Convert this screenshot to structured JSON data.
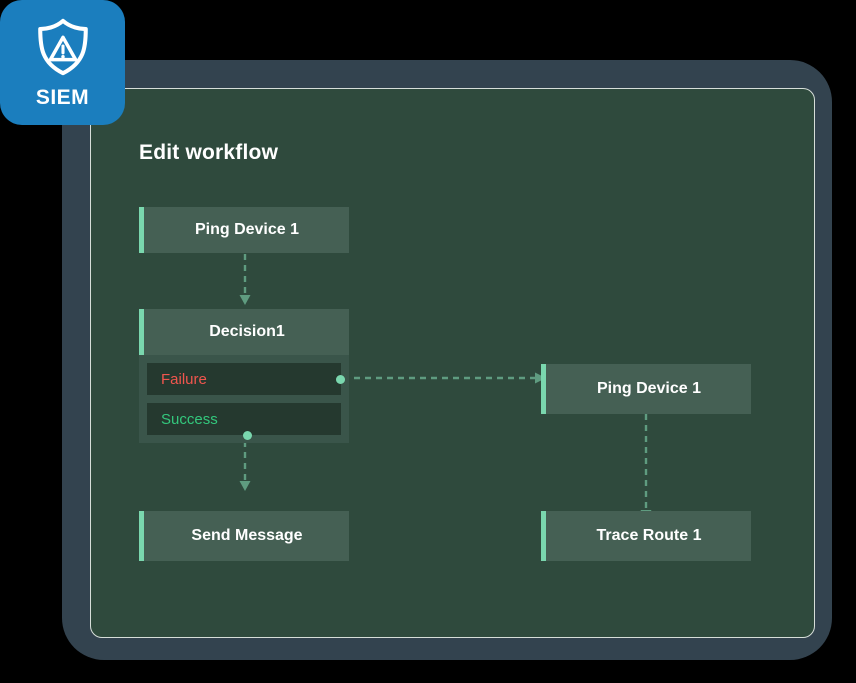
{
  "badge": {
    "label": "SIEM",
    "icon": "shield-warning-icon",
    "color": "#1b7ebe"
  },
  "panel": {
    "title": "Edit workflow",
    "background": "#2f4a3d",
    "frame_color": "#33434f",
    "border_color": "#d7ded9"
  },
  "colors": {
    "node_fill": "#456054",
    "node_accent": "#7ad7ae",
    "branch_fill": "#25392f",
    "edge": "#5f9c80",
    "failure": "#f0564e",
    "success": "#33c77c"
  },
  "nodes": [
    {
      "id": "ping1",
      "label": "Ping Device 1"
    },
    {
      "id": "decision1",
      "label": "Decision1"
    },
    {
      "id": "ping2",
      "label": "Ping Device 1"
    },
    {
      "id": "send",
      "label": "Send Message"
    },
    {
      "id": "trace",
      "label": "Trace Route 1"
    }
  ],
  "branches": [
    {
      "id": "failure",
      "label": "Failure"
    },
    {
      "id": "success",
      "label": "Success"
    }
  ],
  "edges": [
    {
      "from": "ping1",
      "to": "decision1",
      "direction": "down"
    },
    {
      "from": "failure",
      "to": "ping2",
      "direction": "right"
    },
    {
      "from": "success",
      "to": "send",
      "direction": "down"
    },
    {
      "from": "ping2",
      "to": "trace",
      "direction": "down"
    }
  ]
}
